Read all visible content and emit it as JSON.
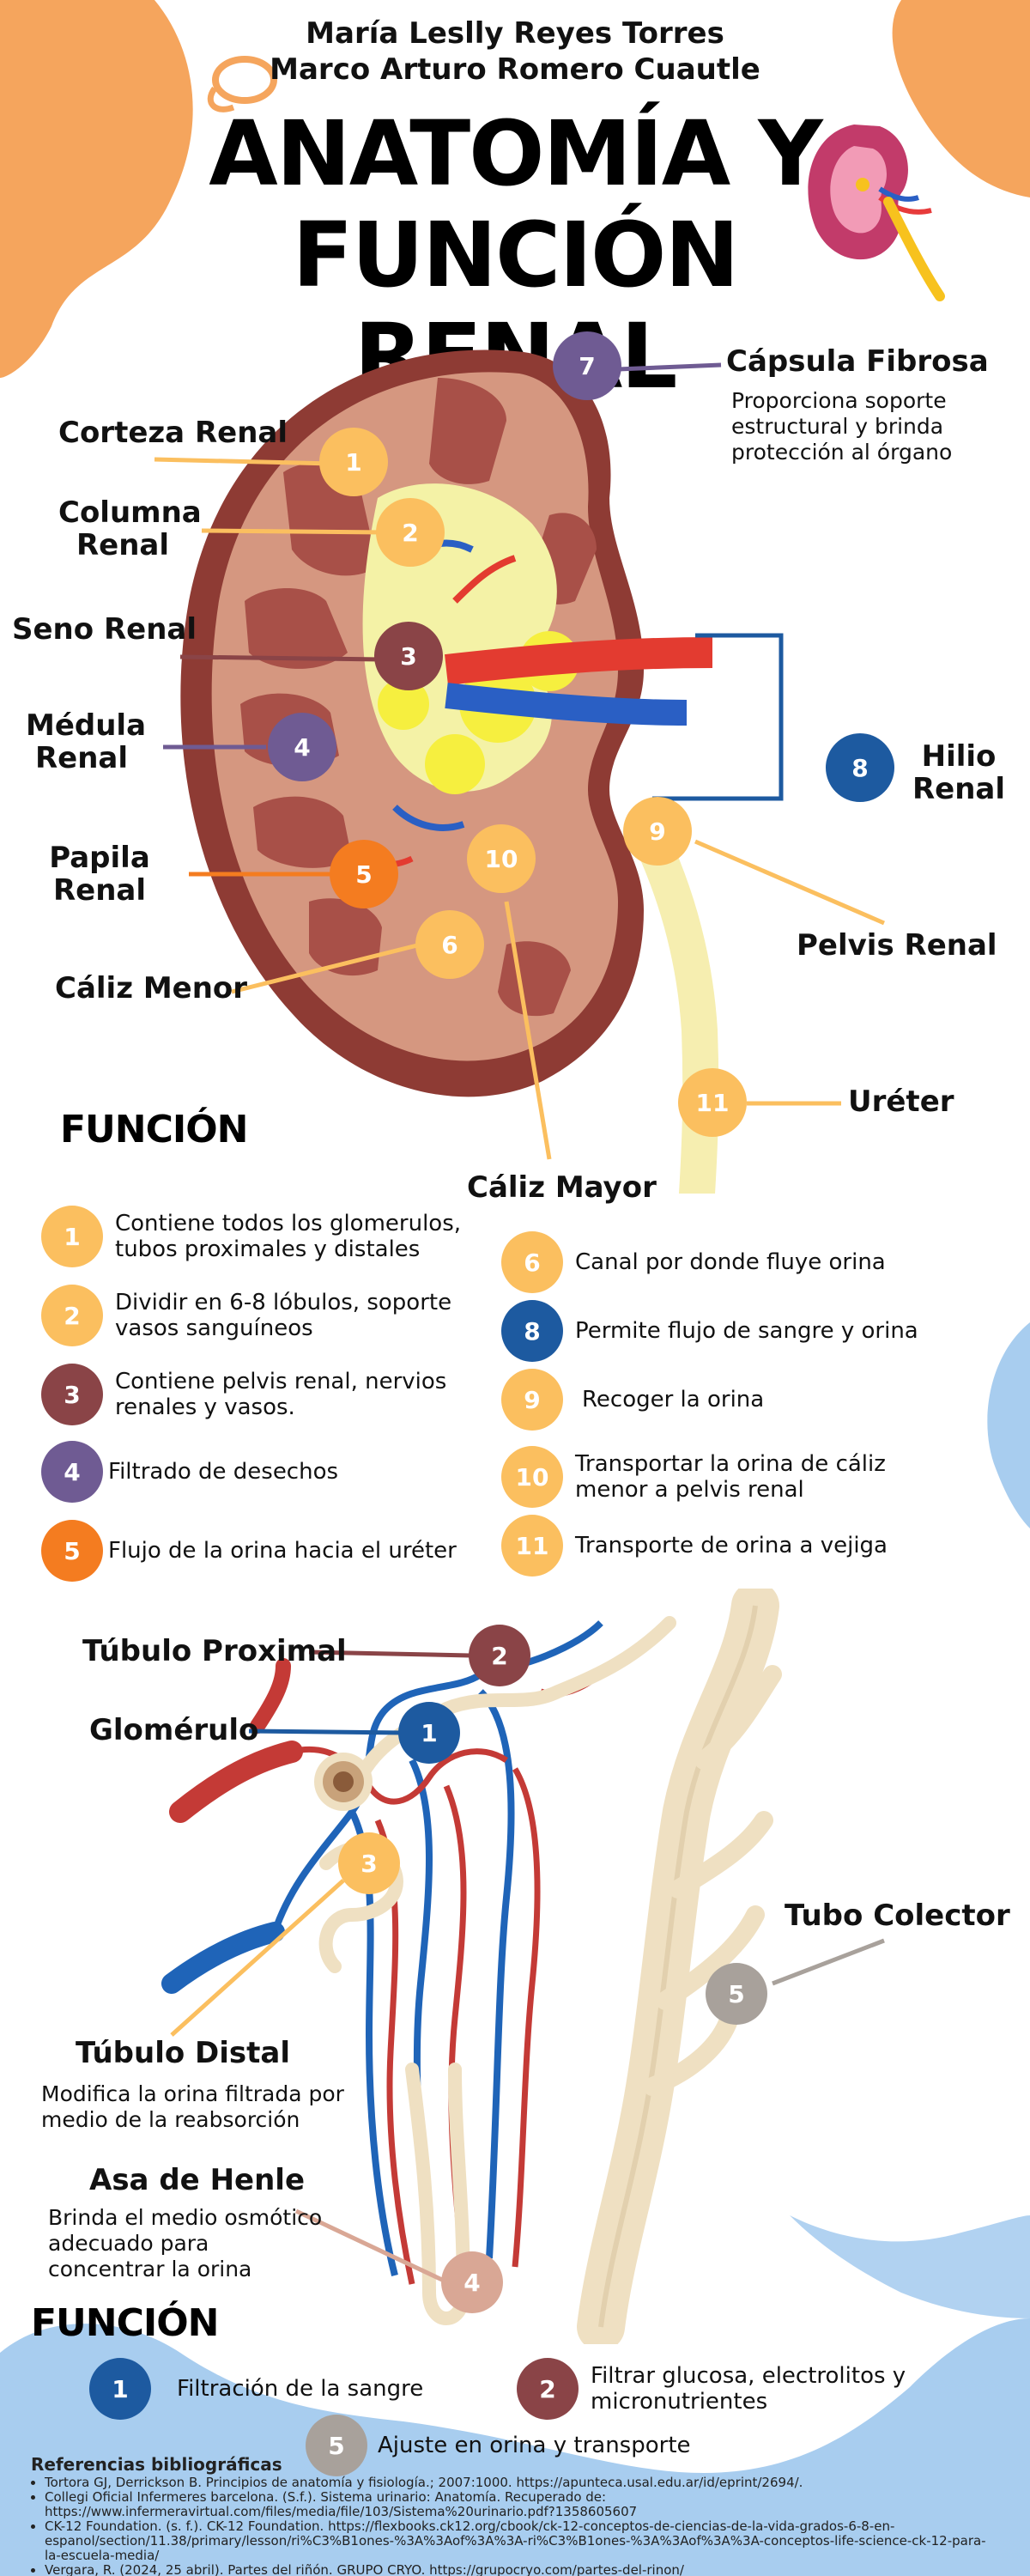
{
  "authors": [
    "María Leslly Reyes Torres",
    "Marco Arturo Romero Cuautle"
  ],
  "title": [
    "ANATOMÍA Y",
    "FUNCIÓN RENAL"
  ],
  "colors": {
    "c1": "#fbbf5f",
    "c2": "#fbbf5f",
    "c3": "#8a4447",
    "c4": "#6f5b93",
    "c5": "#f47c20",
    "c6": "#fbbf5f",
    "c7": "#6f5b93",
    "c8": "#1d5aa0",
    "c9": "#fbbf5f",
    "c10": "#fbbf5f",
    "c11": "#fbbf5f",
    "n1": "#1d5aa0",
    "n2": "#8a4447",
    "n3": "#fbbf5f",
    "n4": "#d9a795",
    "n5": "#a8a19b",
    "blob_orange": "#f5a55d",
    "blob_blue": "#a8cdef"
  },
  "kidney": {
    "labels": {
      "corteza": "Corteza Renal",
      "columna": "Columna\nRenal",
      "seno": "Seno Renal",
      "medula": "Médula\nRenal",
      "papila": "Papila\nRenal",
      "caliz_menor": "Cáliz Menor",
      "capsula": "Cápsula Fibrosa",
      "capsula_desc": "Proporciona soporte\nestructural y brinda\nprotección al órgano",
      "hilio": "Hilio\nRenal",
      "pelvis": "Pelvis Renal",
      "ureter": "Uréter",
      "caliz_mayor": "Cáliz Mayor"
    },
    "badges": [
      "1",
      "2",
      "3",
      "4",
      "5",
      "6",
      "7",
      "8",
      "9",
      "10",
      "11"
    ]
  },
  "funcion1": {
    "heading": "FUNCIÓN",
    "items": [
      {
        "n": "1",
        "text": "Contiene todos los glomerulos,\ntubos proximales y distales"
      },
      {
        "n": "2",
        "text": "Dividir en 6-8 lóbulos, soporte\nvasos sanguíneos"
      },
      {
        "n": "3",
        "text": "Contiene pelvis renal, nervios\nrenales y vasos."
      },
      {
        "n": "4",
        "text": "Filtrado de desechos"
      },
      {
        "n": "5",
        "text": "Flujo de la orina hacia el uréter"
      },
      {
        "n": "6",
        "text": "Canal por donde fluye orina"
      },
      {
        "n": "8",
        "text": "Permite flujo de sangre y orina"
      },
      {
        "n": "9",
        "text": "Recoger la orina"
      },
      {
        "n": "10",
        "text": "Transportar la orina de cáliz\nmenor a pelvis renal"
      },
      {
        "n": "11",
        "text": "Transporte de orina a vejiga"
      }
    ]
  },
  "nephron": {
    "labels": {
      "proximal": "Túbulo Proximal",
      "glomerulo": "Glomérulo",
      "colector": "Tubo Colector",
      "distal": "Túbulo Distal",
      "distal_desc": "Modifica la orina filtrada por\nmedio de la reabsorción",
      "henle": "Asa de Henle",
      "henle_desc": "Brinda el medio osmótico\nadecuado para\nconcentrar la orina"
    },
    "badges": [
      "1",
      "2",
      "3",
      "4",
      "5"
    ]
  },
  "funcion2": {
    "heading": "FUNCIÓN",
    "items": [
      {
        "n": "1",
        "text": "Filtración de la sangre"
      },
      {
        "n": "2",
        "text": "Filtrar glucosa, electrolitos y\nmicronutrientes"
      },
      {
        "n": "5",
        "text": "Ajuste en orina y transporte"
      }
    ]
  },
  "refs": {
    "heading": "Referencias bibliográficas",
    "items": [
      "Tortora GJ, Derrickson B. Principios de anatomía y fisiología.; 2007:1000. https://apunteca.usal.edu.ar/id/eprint/2694/.",
      "Collegi Oficial Infermeres barcelona. (S.f.). Sistema urinario: Anatomía. Recuperado de: https://www.infermeravirtual.com/files/media/file/103/Sistema%20urinario.pdf?1358605607",
      "CK-12 Foundation. (s. f.). CK-12 Foundation. https://flexbooks.ck12.org/cbook/ck-12-conceptos-de-ciencias-de-la-vida-grados-6-8-en-espanol/section/11.38/primary/lesson/ri%C3%B1ones-%3A%3Aof%3A%3A-ri%C3%B1ones-%3A%3Aof%3A%3A-conceptos-life-science-ck-12-para-la-escuela-media/",
      "Vergara, R. (2024, 25 abril). Partes del riñón. GRUPO CRYO. https://grupocryo.com/partes-del-rinon/"
    ]
  }
}
